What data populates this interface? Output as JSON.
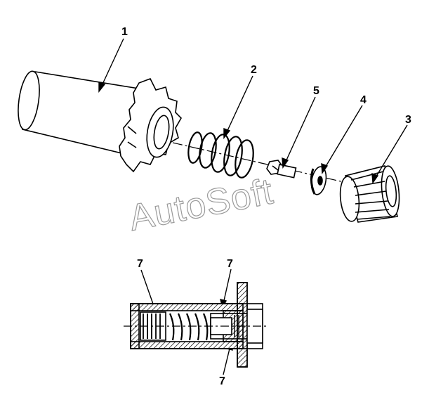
{
  "callouts": {
    "c1": "1",
    "c2": "2",
    "c3": "3",
    "c4": "4",
    "c5": "5",
    "c7a": "7",
    "c7b": "7",
    "c7c": "7"
  },
  "watermark": "AutoSoft",
  "colors": {
    "line": "#000000",
    "hatch": "#000000",
    "watermark_outline": "#9a9a9a",
    "background": "#ffffff"
  }
}
